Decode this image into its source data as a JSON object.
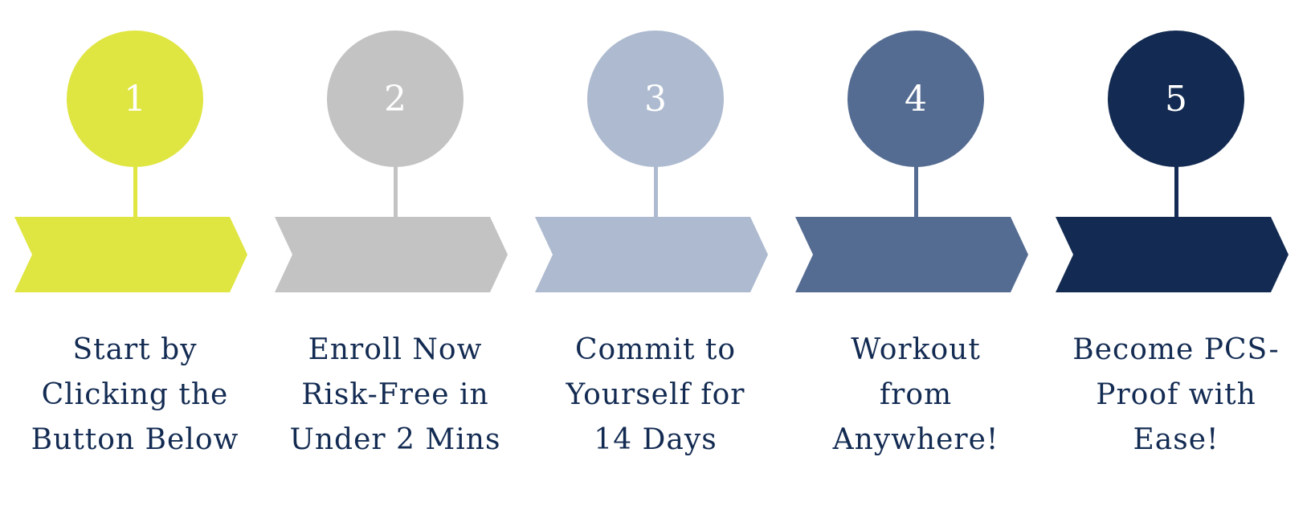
{
  "steps": [
    {
      "number": "1",
      "label": "Start by\nClicking the\nButton Below",
      "color": "#dfe541"
    },
    {
      "number": "2",
      "label": "Enroll Now\nRisk-Free in\nUnder 2 Mins",
      "color": "#c3c3c3"
    },
    {
      "number": "3",
      "label": "Commit to\nYourself for\n14 Days",
      "color": "#adbacf"
    },
    {
      "number": "4",
      "label": "Workout\nfrom\nAnywhere!",
      "color": "#556c92"
    },
    {
      "number": "5",
      "label": "Become PCS-\nProof with\nEase!",
      "color": "#132b52"
    }
  ],
  "text_color": "#132b52"
}
